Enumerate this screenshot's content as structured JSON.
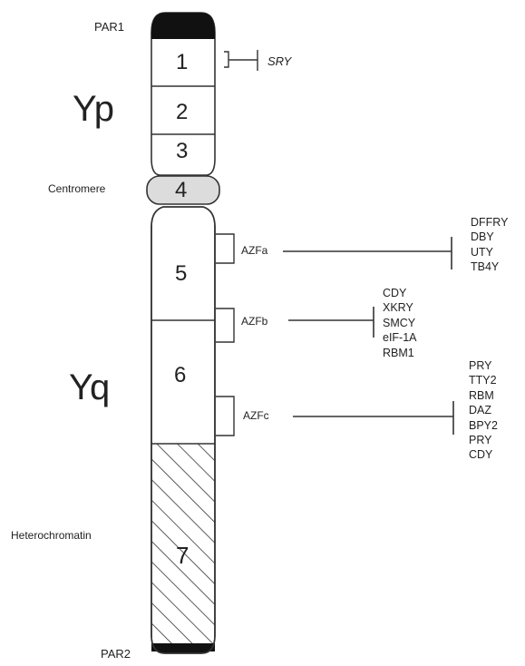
{
  "labels": {
    "par1": "PAR1",
    "par2": "PAR2",
    "yp": "Yp",
    "yq": "Yq",
    "centromere": "Centromere",
    "heterochromatin": "Heterochromatin",
    "sry": "SRY"
  },
  "bands": [
    "1",
    "2",
    "3",
    "4",
    "5",
    "6",
    "7"
  ],
  "azf": [
    {
      "label": "AZFa",
      "genes": [
        "DFFRY",
        "DBY",
        "UTY",
        "TB4Y"
      ]
    },
    {
      "label": "AZFb",
      "genes": [
        "CDY",
        "XKRY",
        "SMCY",
        "eIF-1A",
        "RBM1"
      ]
    },
    {
      "label": "AZFc",
      "genes": [
        "PRY",
        "TTY2",
        "RBM",
        "DAZ",
        "BPY2",
        "PRY",
        "CDY"
      ]
    }
  ],
  "colors": {
    "outline": "#333333",
    "telomere": "#111111",
    "centromere_fill": "#dcdcdc"
  }
}
